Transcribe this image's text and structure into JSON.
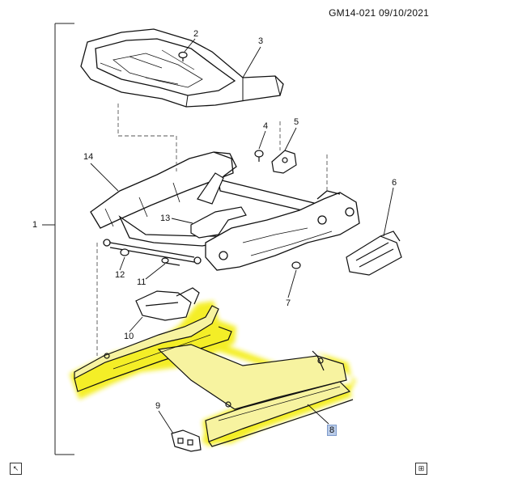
{
  "header": {
    "doc_code": "GM14-021 09/10/2021"
  },
  "callouts": [
    {
      "id": "1",
      "text": "1"
    },
    {
      "id": "2",
      "text": "2"
    },
    {
      "id": "3",
      "text": "3"
    },
    {
      "id": "4",
      "text": "4"
    },
    {
      "id": "5",
      "text": "5"
    },
    {
      "id": "6",
      "text": "6"
    },
    {
      "id": "7",
      "text": "7"
    },
    {
      "id": "8",
      "text": "8"
    },
    {
      "id": "9",
      "text": "9"
    },
    {
      "id": "10",
      "text": "10"
    },
    {
      "id": "11",
      "text": "11"
    },
    {
      "id": "12",
      "text": "12"
    },
    {
      "id": "13",
      "text": "13"
    },
    {
      "id": "14",
      "text": "14"
    }
  ],
  "highlight": {
    "color": "#f4ee1e",
    "callout_bg": "#b9cbe8"
  },
  "corner_icons": {
    "left": "key-icon",
    "right": "diagram-icon"
  }
}
